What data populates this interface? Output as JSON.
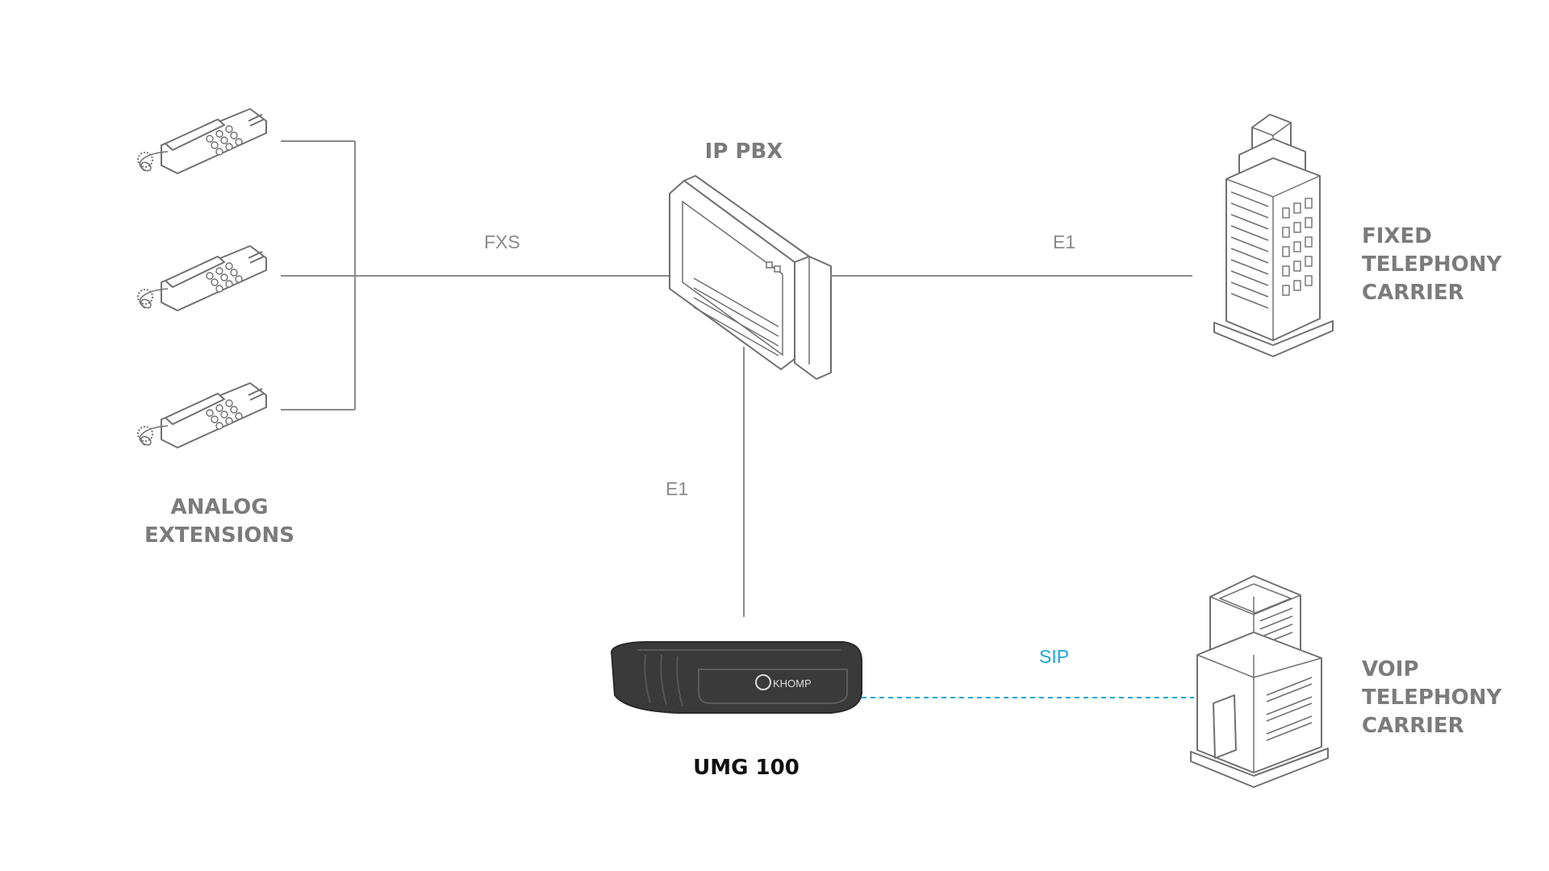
{
  "labels": {
    "analog_line1": "ANALOG",
    "analog_line2": "EXTENSIONS",
    "ip_pbx": "IP PBX",
    "fixed_line1": "FIXED",
    "fixed_line2": "TELEPHONY",
    "fixed_line3": "CARRIER",
    "voip_line1": "VOIP",
    "voip_line2": "TELEPHONY",
    "voip_line3": "CARRIER",
    "umg": "UMG 100",
    "brand": "KHOMP"
  },
  "links": {
    "fxs": "FXS",
    "e1_carrier": "E1",
    "e1_umg": "E1",
    "sip": "SIP"
  },
  "colors": {
    "line": "#8a8a8a",
    "sip": "#1aa7d6",
    "label": "#7b7b7b",
    "umg_label": "#111111",
    "device_dark": "#3a3a3a"
  },
  "icons": {
    "phones": [
      "analog-phone-icon",
      "analog-phone-icon",
      "analog-phone-icon"
    ],
    "pbx": "pbx-cabinet-icon",
    "fixed_carrier": "office-tower-icon",
    "voip_carrier": "office-building-icon",
    "gateway": "gateway-device-icon"
  }
}
